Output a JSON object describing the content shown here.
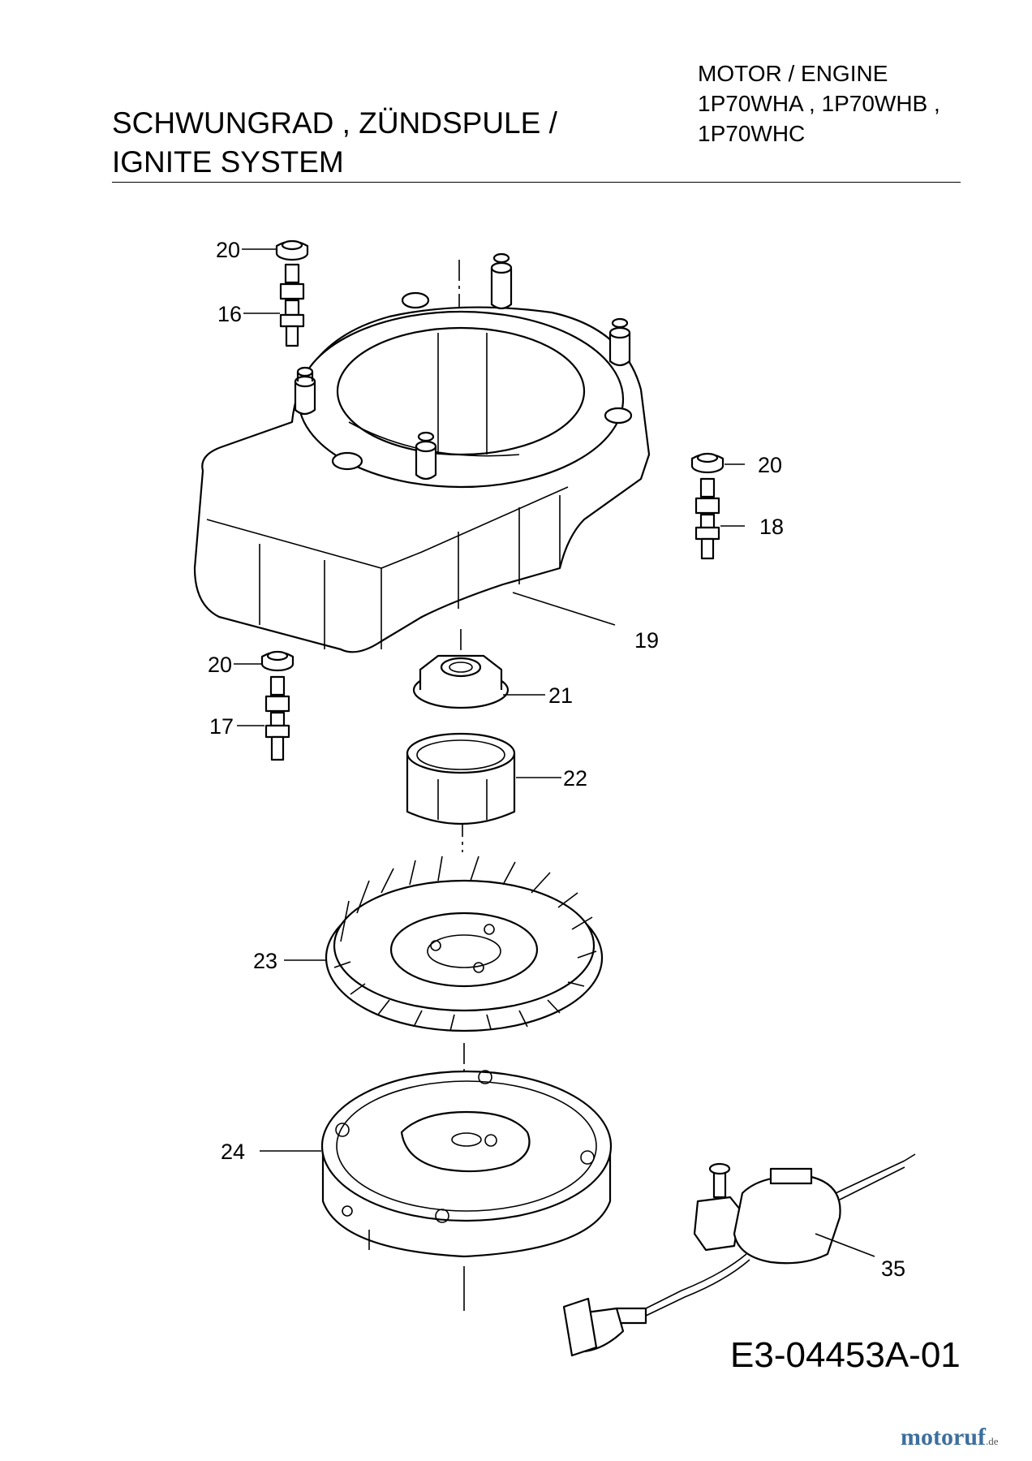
{
  "header": {
    "title_line1": "SCHWUNGRAD , ZÜNDSPULE /",
    "title_line2": "IGNITE SYSTEM",
    "engine_line1": "MOTOR / ENGINE",
    "engine_line2": "1P70WHA , 1P70WHB ,",
    "engine_line3": "1P70WHC"
  },
  "callouts": {
    "c20a": "20",
    "c16": "16",
    "c20b": "20",
    "c18": "18",
    "c19": "19",
    "c20c": "20",
    "c21": "21",
    "c17": "17",
    "c22": "22",
    "c23": "23",
    "c24": "24",
    "c35": "35"
  },
  "footer": {
    "drawing_code": "E3-04453A-01",
    "logo_main": "motoruf",
    "logo_suffix": ".de"
  }
}
